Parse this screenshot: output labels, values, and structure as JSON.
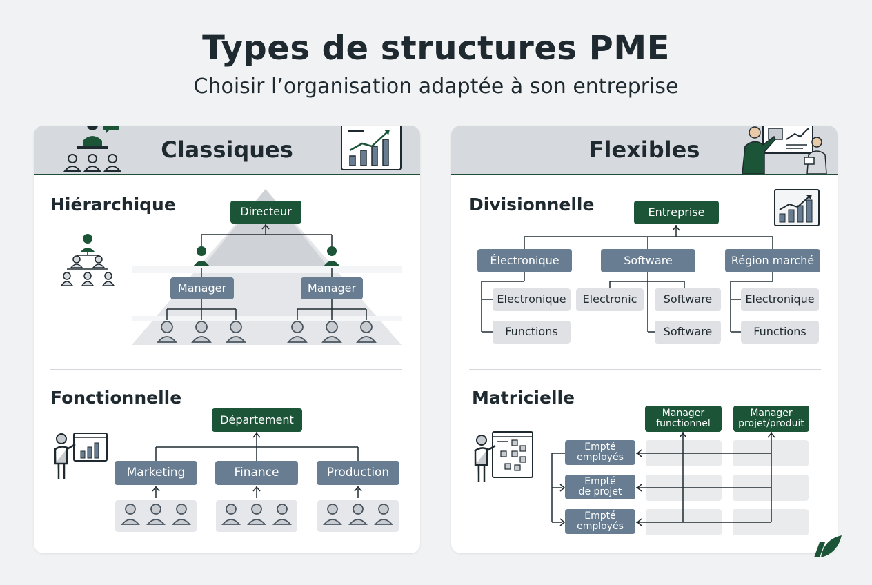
{
  "header": {
    "title": "Types de structures PME",
    "subtitle": "Choisir l’organisation adaptée à son entreprise"
  },
  "classiques": {
    "title": "Classiques",
    "hierarchique": {
      "title": "Hiérarchique",
      "top": "Directeur",
      "managers": [
        "Manager",
        "Manager"
      ]
    },
    "fonctionnelle": {
      "title": "Fonctionnelle",
      "top": "Département",
      "departments": [
        "Marketing",
        "Finance",
        "Production"
      ]
    }
  },
  "flexibles": {
    "title": "Flexibles",
    "divisionnelle": {
      "title": "Divisionnelle",
      "top": "Entreprise",
      "divisions": [
        "Électronique",
        "Software",
        "Région marché"
      ],
      "sub_left": [
        "Electronique",
        "Functions"
      ],
      "sub_center": [
        "Electronic",
        "Software",
        "Software"
      ],
      "sub_right": [
        "Electronique",
        "Functions"
      ]
    },
    "matricielle": {
      "title": "Matricielle",
      "managers": [
        "Manager\nfunctionnel",
        "Manager\nprojet/produit"
      ],
      "rows": [
        "Empté\nemployés",
        "Empté\nde projet",
        "Empté\nemployés"
      ]
    }
  },
  "colors": {
    "dark_green": "#1c5438",
    "slate": "#687d91",
    "light_gray": "#dfe1e4",
    "header_gray": "#d6d9dd"
  },
  "icons": [
    "presenter-icon",
    "chart-board-icon",
    "team-meeting-icon",
    "person-icon",
    "org-chart-icon",
    "growth-chart-icon",
    "brand-logo-icon"
  ]
}
